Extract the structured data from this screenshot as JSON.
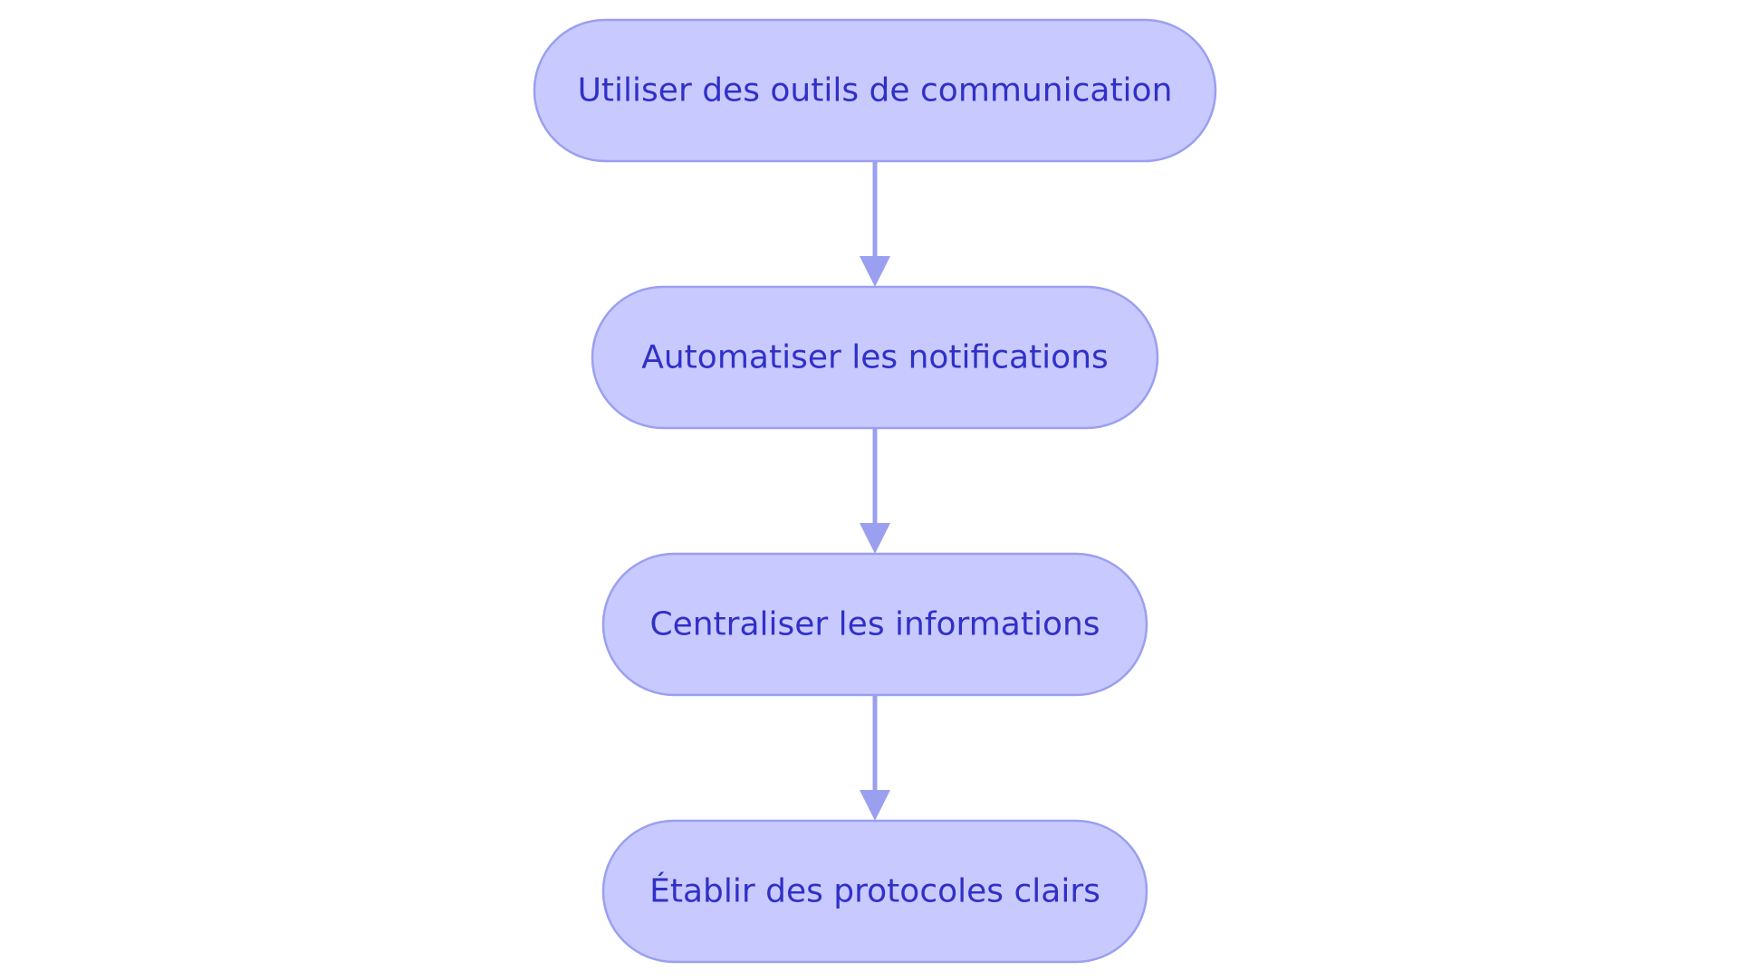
{
  "colors": {
    "node_fill": "#c8caff",
    "node_stroke": "#9a9ff0",
    "node_text": "#3030c8",
    "edge": "#9a9ff0",
    "background": "#ffffff"
  },
  "flow": {
    "nodes": [
      {
        "id": "step-1",
        "label": "Utiliser des outils de communication"
      },
      {
        "id": "step-2",
        "label": "Automatiser les notifications"
      },
      {
        "id": "step-3",
        "label": "Centraliser les informations"
      },
      {
        "id": "step-4",
        "label": "Établir des protocoles clairs"
      }
    ],
    "edges": [
      {
        "from": "step-1",
        "to": "step-2"
      },
      {
        "from": "step-2",
        "to": "step-3"
      },
      {
        "from": "step-3",
        "to": "step-4"
      }
    ]
  }
}
